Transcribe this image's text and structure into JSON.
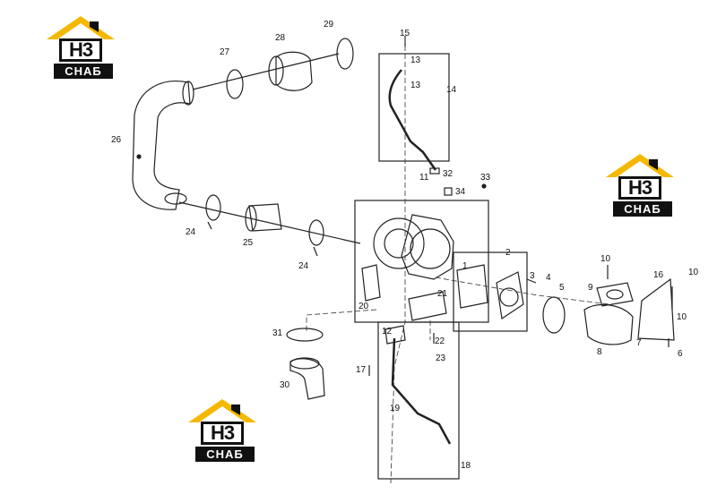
{
  "logo": {
    "mark": "H3",
    "word": "СНАБ",
    "colors": {
      "roof": "#f5b800",
      "plate": "#111111"
    }
  },
  "callouts": [
    {
      "label": "1"
    },
    {
      "label": "2"
    },
    {
      "label": "3"
    },
    {
      "label": "4"
    },
    {
      "label": "5"
    },
    {
      "label": "6"
    },
    {
      "label": "7"
    },
    {
      "label": "8"
    },
    {
      "label": "9"
    },
    {
      "label": "10"
    },
    {
      "label": "10"
    },
    {
      "label": "10"
    },
    {
      "label": "11"
    },
    {
      "label": "12"
    },
    {
      "label": "13"
    },
    {
      "label": "13"
    },
    {
      "label": "14"
    },
    {
      "label": "15"
    },
    {
      "label": "16"
    },
    {
      "label": "17"
    },
    {
      "label": "18"
    },
    {
      "label": "19"
    },
    {
      "label": "20"
    },
    {
      "label": "21"
    },
    {
      "label": "22"
    },
    {
      "label": "23"
    },
    {
      "label": "24"
    },
    {
      "label": "24"
    },
    {
      "label": "25"
    },
    {
      "label": "26"
    },
    {
      "label": "27"
    },
    {
      "label": "28"
    },
    {
      "label": "29"
    },
    {
      "label": "30"
    },
    {
      "label": "31"
    },
    {
      "label": "32"
    },
    {
      "label": "33"
    },
    {
      "label": "34"
    }
  ]
}
